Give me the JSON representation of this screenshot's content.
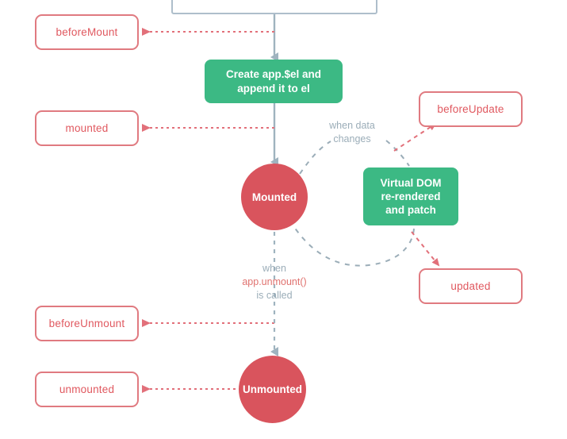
{
  "diagram": {
    "title": "Vue Application Lifecycle Diagram",
    "type": "flowchart",
    "colors": {
      "hook_border": "#e07a80",
      "hook_text": "#e0585f",
      "process_fill": "#3cb984",
      "process_text": "#ffffff",
      "state_fill": "#d9545d",
      "state_text": "#ffffff",
      "flow_arrow": "#9fb3bf",
      "hook_arrow": "#e2707a",
      "caption_text": "#9badb8",
      "code_text": "#e0726f",
      "ghost_border": "#aebecb",
      "background": "#ffffff"
    }
  },
  "nodes": {
    "ghost_top": {
      "label": ""
    },
    "before_mount": {
      "label": "beforeMount",
      "kind": "lifecycle-hook"
    },
    "create_el": {
      "line1": "Create app.$el and",
      "line2": "append it to el",
      "kind": "process"
    },
    "mounted_hook": {
      "label": "mounted",
      "kind": "lifecycle-hook"
    },
    "mounted_state": {
      "label": "Mounted",
      "kind": "state"
    },
    "before_update": {
      "label": "beforeUpdate",
      "kind": "lifecycle-hook"
    },
    "virtual_dom": {
      "line1": "Virtual DOM",
      "line2": "re-rendered",
      "line3": "and patch",
      "kind": "process"
    },
    "updated_hook": {
      "label": "updated",
      "kind": "lifecycle-hook"
    },
    "before_unmount": {
      "label": "beforeUnmount",
      "kind": "lifecycle-hook"
    },
    "unmounted_state": {
      "label": "Unmounted",
      "kind": "state"
    },
    "unmounted_hook": {
      "label": "unmounted",
      "kind": "lifecycle-hook"
    }
  },
  "captions": {
    "when_data_changes": {
      "line1": "when data",
      "line2": "changes"
    },
    "when_unmount_called": {
      "line1": "when",
      "code": "app.unmount()",
      "line3": "is called"
    }
  },
  "edges": [
    {
      "from": "ghost_top",
      "to": "before_mount",
      "style": "dotted",
      "color": "#e2707a",
      "arrow": "left"
    },
    {
      "from": "ghost_top",
      "to": "create_el",
      "style": "solid",
      "color": "#9fb3bf",
      "arrow": "down"
    },
    {
      "from": "create_el",
      "to": "mounted_hook",
      "style": "dotted",
      "color": "#e2707a",
      "arrow": "left"
    },
    {
      "from": "create_el",
      "to": "mounted_state",
      "style": "solid",
      "color": "#9fb3bf",
      "arrow": "down"
    },
    {
      "from": "mounted_state",
      "to": "virtual_dom",
      "style": "dashed",
      "color": "#9badb8",
      "arrow": "none",
      "label": "when data changes"
    },
    {
      "from": "virtual_dom",
      "to": "before_update",
      "style": "dashed",
      "color": "#e2707a",
      "arrow": "up-right"
    },
    {
      "from": "virtual_dom",
      "to": "updated_hook",
      "style": "dashed",
      "color": "#e2707a",
      "arrow": "down-right"
    },
    {
      "from": "virtual_dom",
      "to": "mounted_state",
      "style": "dashed",
      "color": "#9badb8",
      "arrow": "none"
    },
    {
      "from": "mounted_state",
      "to": "unmounted_state",
      "style": "dashed",
      "color": "#9fb3bf",
      "arrow": "down",
      "label": "when app.unmount() is called"
    },
    {
      "from": "mounted_state",
      "to": "before_unmount",
      "style": "dotted",
      "color": "#e2707a",
      "arrow": "left"
    },
    {
      "from": "unmounted_state",
      "to": "unmounted_hook",
      "style": "dotted",
      "color": "#e2707a",
      "arrow": "left"
    }
  ]
}
